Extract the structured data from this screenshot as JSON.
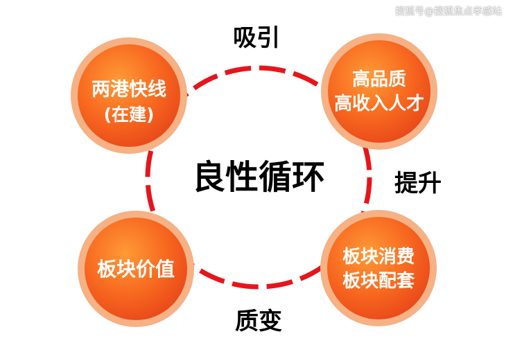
{
  "watermark": "搜狐号@搜狐焦点孝感站",
  "center": {
    "label": "良性循环"
  },
  "nodes": [
    {
      "id": "top-left",
      "lines": [
        "两港快线",
        "(在建)"
      ]
    },
    {
      "id": "top-right",
      "lines": [
        "高品质",
        "高收入人才"
      ]
    },
    {
      "id": "bottom-right",
      "lines": [
        "板块消费",
        "板块配套"
      ]
    },
    {
      "id": "bottom-left",
      "lines": [
        "板块价值"
      ]
    }
  ],
  "edges": [
    {
      "id": "top",
      "label": "吸引"
    },
    {
      "id": "right",
      "label": "提升"
    },
    {
      "id": "bottom",
      "label": "质变"
    }
  ],
  "colors": {
    "ring": "#e8141b",
    "node_outer": "#f6b184",
    "node_inner_light": "#ff8a2a",
    "node_inner_dark": "#f0561c",
    "node_text": "#ffffff"
  }
}
